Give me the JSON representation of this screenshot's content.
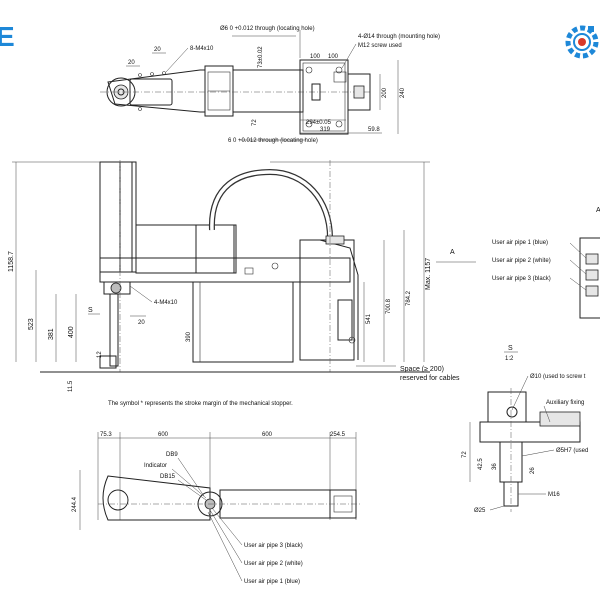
{
  "brand": {
    "logo_letter": "E",
    "logo_color": "#1e88d8",
    "gear_color": "#1e88d8",
    "accent_red": "#d83a2a"
  },
  "top_view": {
    "loc_hole_top": "Ø6 0 +0.012 through (locating hole)",
    "mount_hole": "4-Ø14 through (mounting hole)",
    "mount_screw": "M12 screw used",
    "screw_8m4": "8-M4x10",
    "dim_20a": "20",
    "dim_20b": "20",
    "dim_73": "73±0.02",
    "dim_100a": "100",
    "dim_100b": "100",
    "dim_200": "200",
    "dim_240": "240",
    "dim_72": "72",
    "dim_294": "294±0.05",
    "dim_319": "319",
    "dim_59_8": "59.8",
    "loc_hole_bottom": "6 0 +0.012 through (locating hole)"
  },
  "side_view": {
    "dim_1158": "1158.7",
    "dim_523": "523",
    "dim_381": "381",
    "dim_400": "400",
    "dim_12": "12",
    "dim_11_5": "11.5",
    "dim_20": "20",
    "screw_4m4": "4-M4x10",
    "dim_390": "390",
    "dim_541": "541",
    "dim_700": "700.8",
    "dim_784": "784.2",
    "dim_max": "Max. 1157",
    "label_s": "S",
    "label_a": "A",
    "space_line1": "Space (≥ 200)",
    "space_line2": "reserved for cables",
    "note": "The symbol * represents the stroke margin of the mechanical stopper."
  },
  "detail_a": {
    "label": "A",
    "pipe1": "User air pipe 1 (blue)",
    "pipe2": "User air pipe 2 (white)",
    "pipe3": "User air pipe 3 (black)"
  },
  "detail_s": {
    "label": "S",
    "scale": "1:2",
    "hole10": "Ø10 (used to screw t",
    "aux_fix": "Auxiliary fixing",
    "h7": "Ø5H7 (used",
    "dim_72": "72",
    "dim_42": "42.5",
    "dim_36": "36",
    "dim_26": "26",
    "m16": "M16",
    "dim_25": "Ø25"
  },
  "bottom_view": {
    "dim_75": "75.3",
    "dim_600a": "600",
    "dim_600b": "600",
    "dim_254": "254.5",
    "dim_244": "244.4",
    "db9": "DB9",
    "indicator": "Indicator",
    "db15": "DB15",
    "pipe3": "User air pipe 3 (black)",
    "pipe2": "User air pipe 2 (white)",
    "pipe1": "User air pipe 1 (blue)"
  }
}
